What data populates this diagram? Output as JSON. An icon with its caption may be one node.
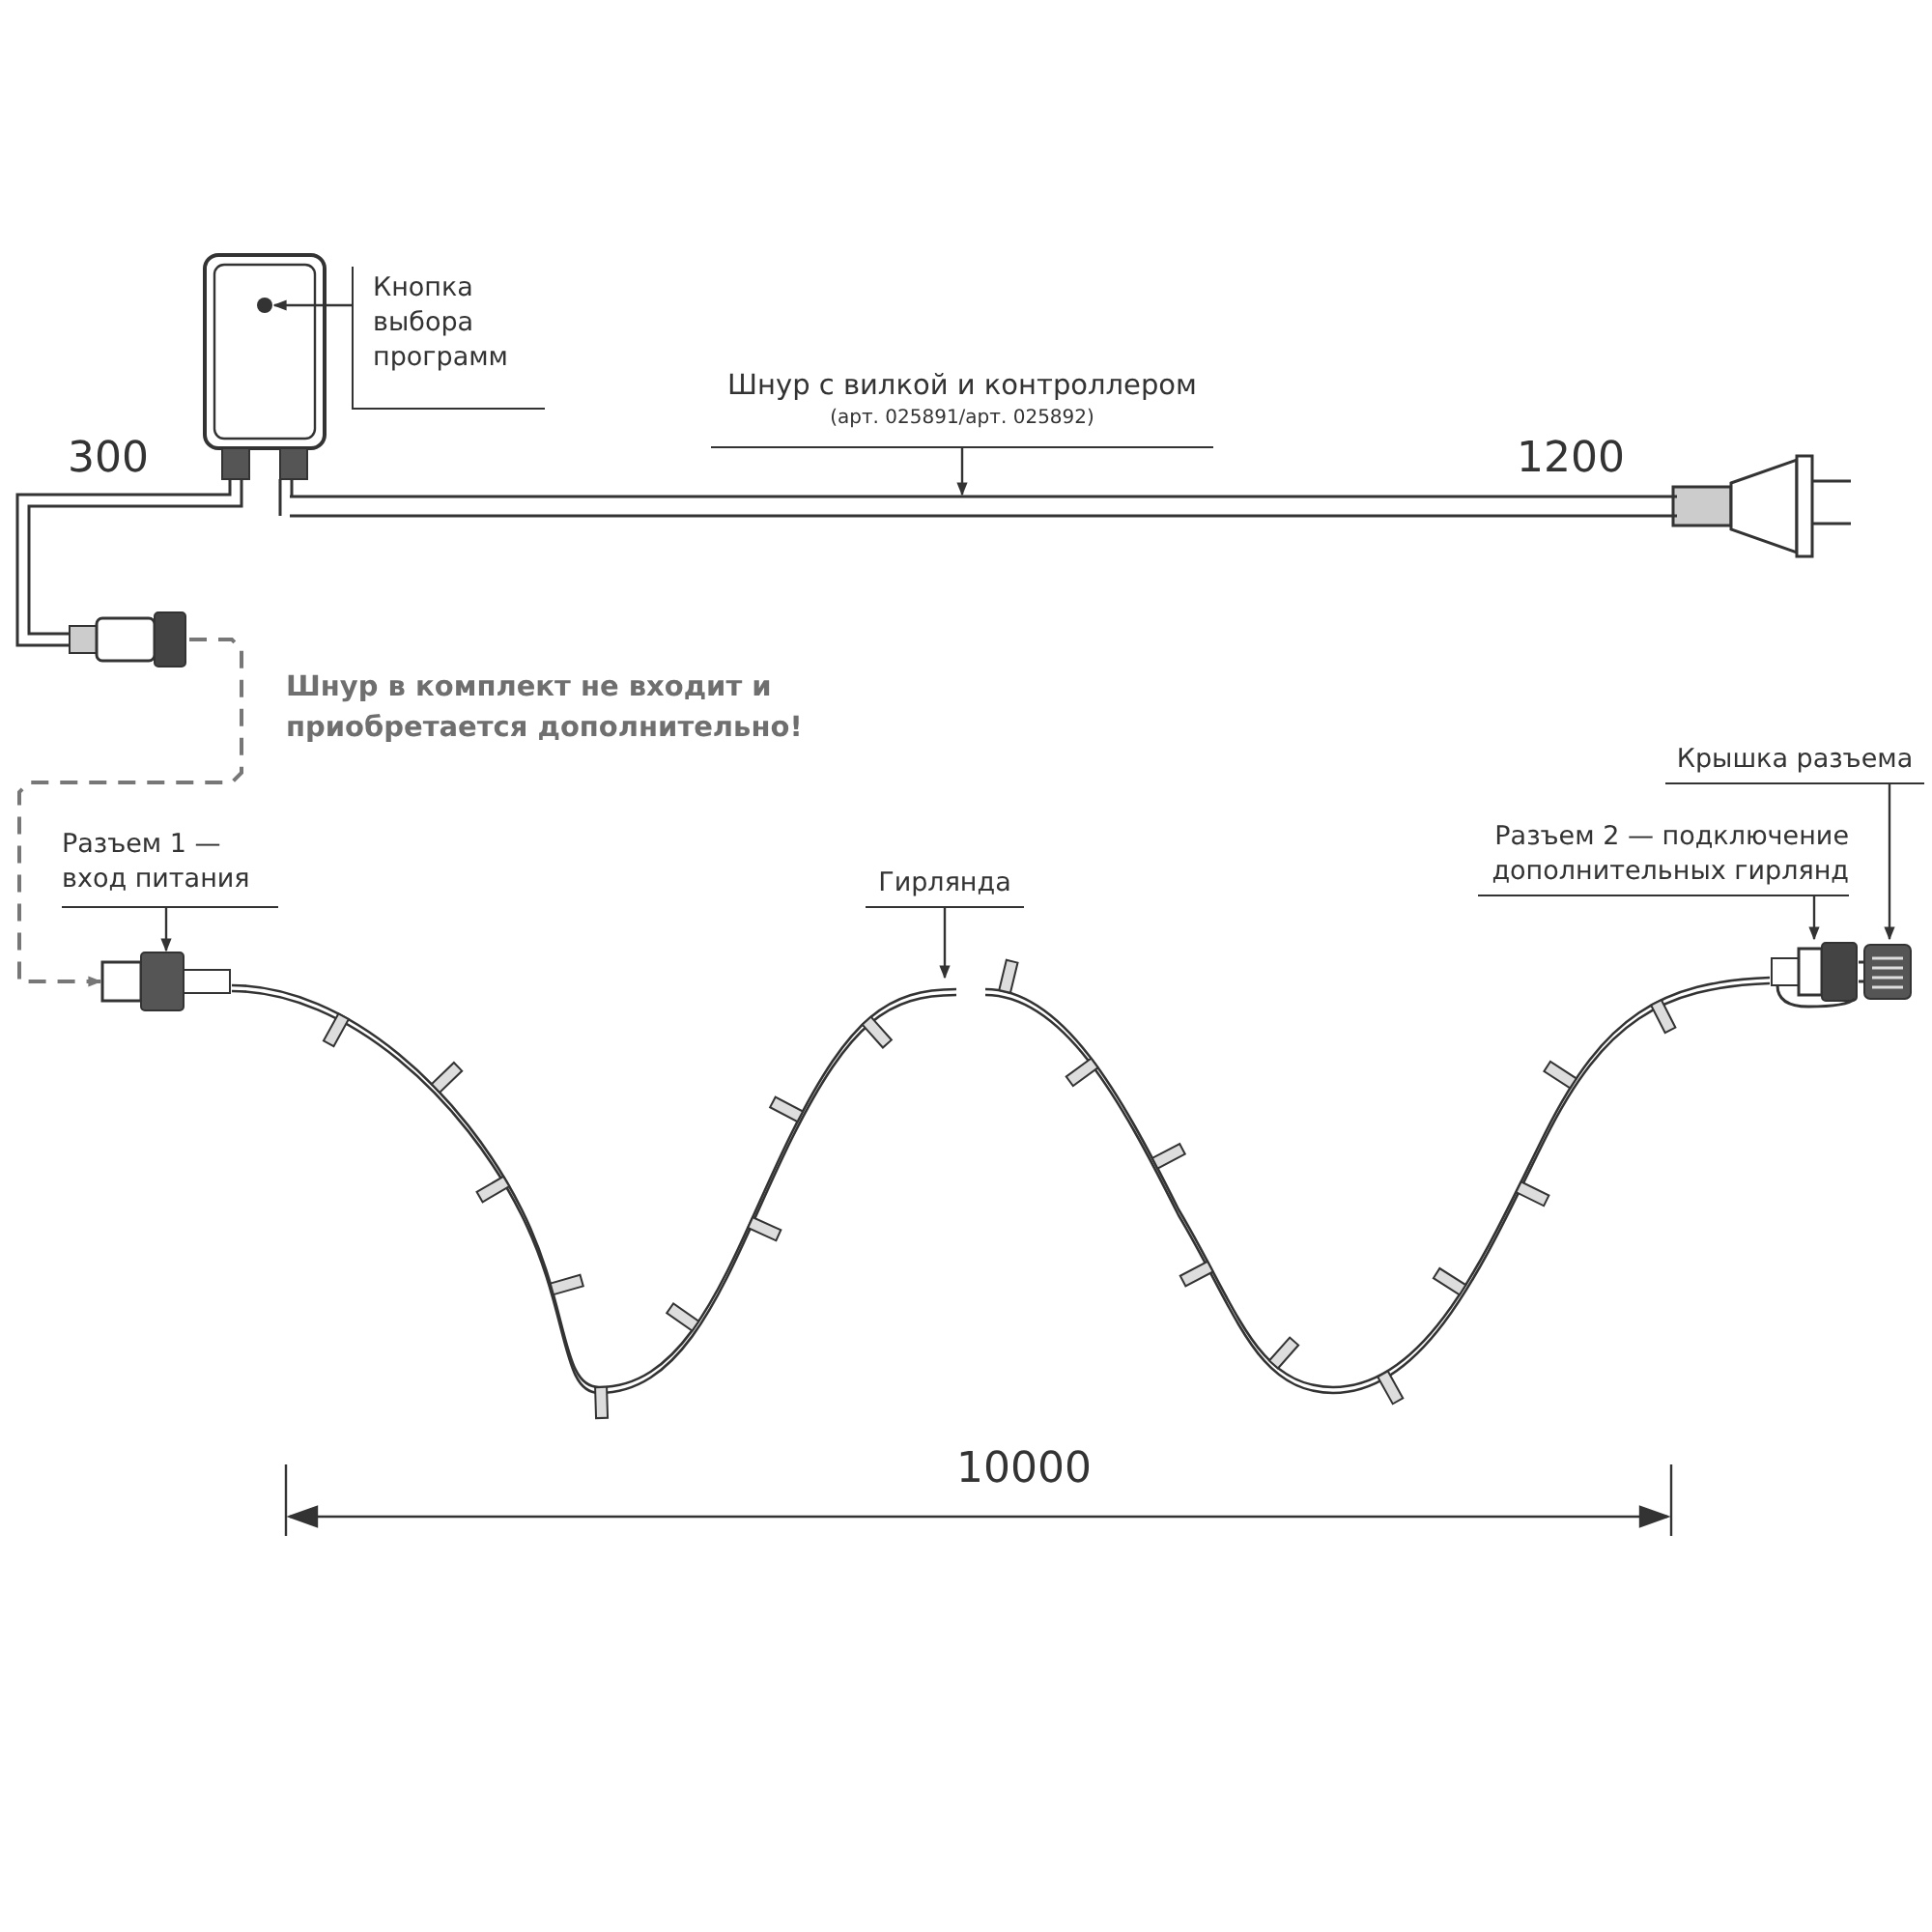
{
  "diagram": {
    "nodes": [
      {
        "text": [
          "Кнопка выбора программ"
        ]
      },
      {
        "text": [],
        "shape": "circle"
      },
      {
        "text": [
          "Шнур с вилкой и контроллером",
          "(арт. 025891/арт. 025892)"
        ]
      },
      {
        "text": [],
        "shape": "picture"
      },
      {
        "text": [],
        "shape": "picture"
      },
      {
        "text": [],
        "shape": "picture"
      },
      {
        "text": [
          "Разъем 1 — вход питания"
        ]
      },
      {
        "text": [
          "Гирлянда"
        ]
      },
      {
        "text": [],
        "shape": "picture"
      },
      {
        "text": [
          "Разъем 2 — подключение дополнительных гирлянд"
        ]
      },
      {
        "text": [],
        "shape": "picture"
      },
      {
        "text": [
          "Крышка разъема"
        ]
      },
      {
        "text": [],
        "shape": "picture"
      }
    ],
    "edges": [
      {
        "from": 0,
        "to": 1,
        "arrow": "to"
      },
      {
        "from": 2,
        "to": 3,
        "arrow": "to"
      },
      {
        "from": 4,
        "to": 5,
        "arrow": "to",
        "style": "dashed",
        "color": "#777777"
      },
      {
        "from": 6,
        "to": 5,
        "arrow": "to"
      },
      {
        "from": 7,
        "to": 8,
        "arrow": "to"
      },
      {
        "from": 9,
        "to": 10,
        "arrow": "to"
      },
      {
        "from": 11,
        "to": 12,
        "arrow": "to"
      }
    ],
    "labels": [
      "300",
      "1200",
      "Шнур в комплект не входит и приобретается дополнительно!",
      "10000"
    ]
  }
}
